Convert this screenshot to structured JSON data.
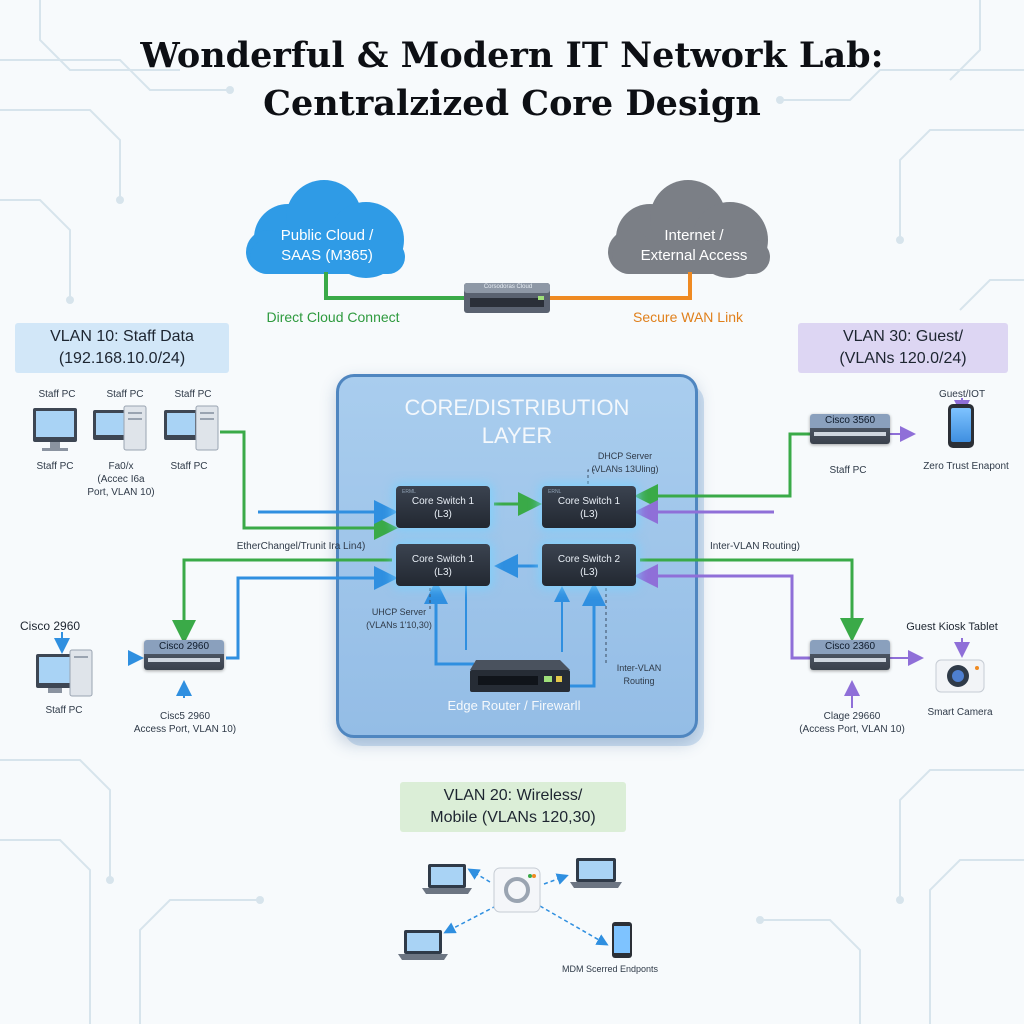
{
  "title": {
    "line1": "Wonderful & Modern IT Network Lab:",
    "line2": "Centralzized Core Design"
  },
  "clouds": {
    "public": {
      "line1": "Public Cloud /",
      "line2": "SAAS (M365)"
    },
    "internet": {
      "line1": "Internet /",
      "line2": "External Access"
    }
  },
  "top_device_label": "Corsodoras  Cloud",
  "links": {
    "direct_cloud": "Direct Cloud Connect",
    "secure_wan": "Secure WAN Link",
    "etherchannel": "EtherChangel/Trunit Ira Lin4)",
    "inter_vlan_routing": "Inter-VLAN Routing)"
  },
  "vlan10": {
    "line1": "VLAN 10: Staff Data",
    "line2": "(192.168.10.0/24)"
  },
  "vlan30": {
    "line1": "VLAN 30: Guest/",
    "line2": "(VLANs 120.0/24)"
  },
  "vlan20": {
    "line1": "VLAN 20: Wireless/",
    "line2": "Mobile (VLANs 120,30)"
  },
  "core": {
    "title_line1": "CORE/DISTRIBUTION",
    "title_line2": "LAYER",
    "switches": [
      {
        "tag": "ERML",
        "line1": "Core Switch 1",
        "line2": "(L3)"
      },
      {
        "tag": "ERNL",
        "line1": "Core Switch 1",
        "line2": "(L3)"
      },
      {
        "tag": "",
        "line1": "Core Switch 1",
        "line2": "(L3)"
      },
      {
        "tag": "",
        "line1": "Core Switch 2",
        "line2": "(L3)"
      }
    ],
    "dhcp_top": {
      "line1": "DHCP Server",
      "line2": "(VLANs 13Uling)"
    },
    "dhcp_bottom": {
      "line1": "UHCP Server",
      "line2": "(VLANs 1'10,30)"
    },
    "intervlan": {
      "line1": "Inter-VLAN",
      "line2": "Routing"
    },
    "edge": "Edge Router / Firewarll"
  },
  "left": {
    "pc_top_labels": [
      "Staff PC",
      "Staff PC",
      "Staff PC"
    ],
    "pc_bottom_labels": [
      "Staff PC",
      "Fa0/x",
      "Staff PC"
    ],
    "access_note": {
      "line1": "(Accec I6a",
      "line2": "Port, VLAN 10)"
    },
    "cisco_top_label": "Cisco 2960",
    "staff_pc_label": "Staff PC",
    "switch_label": "Cisco 2960",
    "switch_note": {
      "line1": "Cisc5 2960",
      "line2": "Access Port, VLAN 10)"
    }
  },
  "right": {
    "switch_top_label": "Cisco 3560",
    "switch_top_note": "Staff PC",
    "guest_iot": "Guest/IOT",
    "zero_trust": "Zero Trust Enapont",
    "kiosk": "Guest Kiosk Tablet",
    "switch_bottom_label": "Cisco 2360",
    "switch_bottom_note": {
      "line1": "Clage 29660",
      "line2": "(Access Port, VLAN 10)"
    },
    "camera": "Smart Camera"
  },
  "wireless": {
    "mdm": "MDM Scerred Endponts"
  },
  "colors": {
    "green": "#3aaa48",
    "blue": "#2f8fe0",
    "purple": "#8f6fd8",
    "orange": "#ef8a22",
    "vlan10_bg": "#d2e7f8",
    "vlan30_bg": "#ddd6f3",
    "vlan20_bg": "#dbeed7"
  }
}
